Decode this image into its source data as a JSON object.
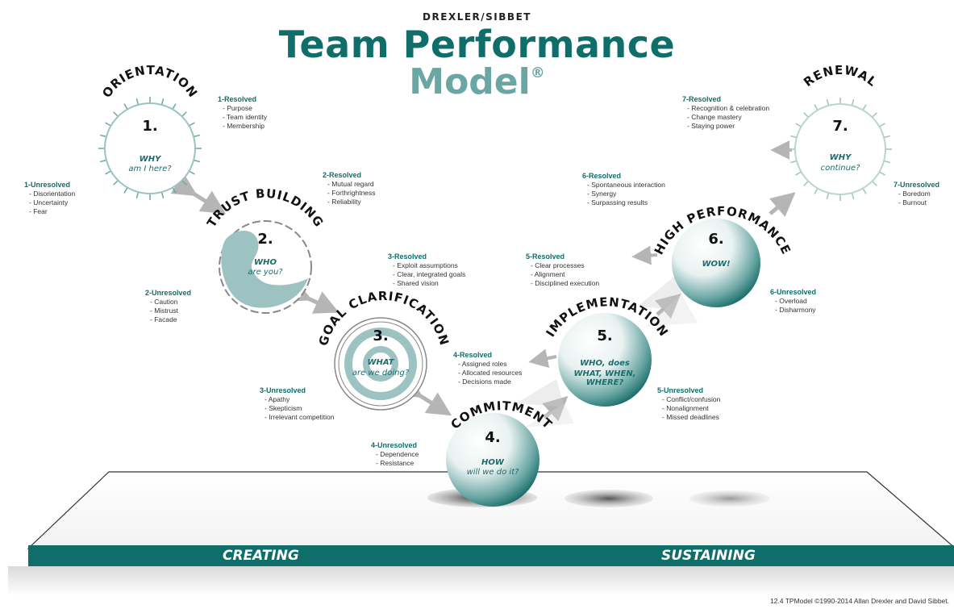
{
  "header": {
    "authors": "DREXLER/SIBBET",
    "title": "Team Performance",
    "subtitle": "Model",
    "mark": "®"
  },
  "stages": [
    {
      "name": "ORIENTATION",
      "number": "1.",
      "q1": "WHY",
      "q2": "am I here?",
      "resolved_title": "1-Resolved",
      "resolved": [
        "Purpose",
        "Team identity",
        "Membership"
      ],
      "unresolved_title": "1-Unresolved",
      "unresolved": [
        "Disorientation",
        "Uncertainty",
        "Fear"
      ]
    },
    {
      "name": "TRUST BUILDING",
      "number": "2.",
      "q1": "WHO",
      "q2": "are you?",
      "resolved_title": "2-Resolved",
      "resolved": [
        "Mutual regard",
        "Forthrightness",
        "Reliability"
      ],
      "unresolved_title": "2-Unresolved",
      "unresolved": [
        "Caution",
        "Mistrust",
        "Facade"
      ]
    },
    {
      "name": "GOAL CLARIFICATION",
      "number": "3.",
      "q1": "WHAT",
      "q2": "are we doing?",
      "resolved_title": "3-Resolved",
      "resolved": [
        "Exploit assumptions",
        "Clear, integrated goals",
        "Shared vision"
      ],
      "unresolved_title": "3-Unresolved",
      "unresolved": [
        "Apathy",
        "Skepticism",
        "Irrelevant competition"
      ]
    },
    {
      "name": "COMMITMENT",
      "number": "4.",
      "q1": "HOW",
      "q2": "will we do it?",
      "resolved_title": "4-Resolved",
      "resolved": [
        "Assigned roles",
        "Allocated resources",
        "Decisions made"
      ],
      "unresolved_title": "4-Unresolved",
      "unresolved": [
        "Dependence",
        "Resistance"
      ]
    },
    {
      "name": "IMPLEMENTATION",
      "number": "5.",
      "q1": "WHO, does",
      "q2": "WHAT, WHEN, WHERE?",
      "resolved_title": "5-Resolved",
      "resolved": [
        "Clear processes",
        "Alignment",
        "Disciplined execution"
      ],
      "unresolved_title": "5-Unresolved",
      "unresolved": [
        "Conflict/confusion",
        "Nonalignment",
        "Missed deadlines"
      ]
    },
    {
      "name": "HIGH PERFORMANCE",
      "number": "6.",
      "q1": "WOW!",
      "q2": "",
      "resolved_title": "6-Resolved",
      "resolved": [
        "Spontaneous interaction",
        "Synergy",
        "Surpassing results"
      ],
      "unresolved_title": "6-Unresolved",
      "unresolved": [
        "Overload",
        "Disharmony"
      ]
    },
    {
      "name": "RENEWAL",
      "number": "7.",
      "q1": "WHY",
      "q2": "continue?",
      "resolved_title": "7-Resolved",
      "resolved": [
        "Recognition & celebration",
        "Change mastery",
        "Staying power"
      ],
      "unresolved_title": "7-Unresolved",
      "unresolved": [
        "Boredom",
        "Burnout"
      ]
    }
  ],
  "bands": {
    "left": "CREATING",
    "right": "SUSTAINING"
  },
  "footer": "12.4 TPModel ©1990-2014 Allan Drexler and David Sibbet.",
  "colors": {
    "teal": "#0f6e6a",
    "light_teal": "#6aa7a4",
    "pale": "#d7e8e7"
  }
}
